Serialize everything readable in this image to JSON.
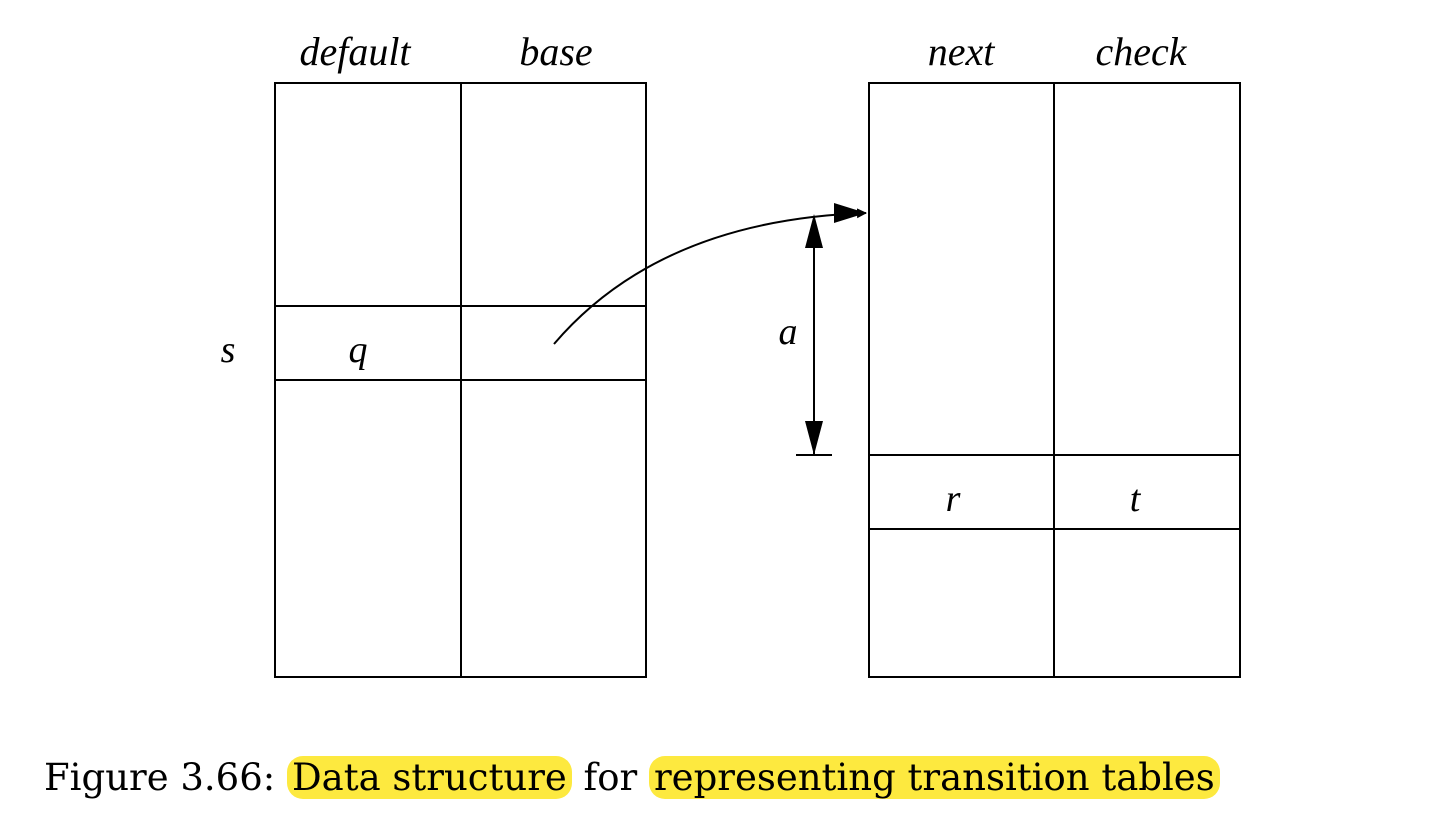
{
  "left_table": {
    "headers": [
      "default",
      "base"
    ],
    "row_label": "s",
    "cells": [
      "q",
      ""
    ]
  },
  "right_table": {
    "headers": [
      "next",
      "check"
    ],
    "cells": [
      "r",
      "t"
    ]
  },
  "offset_label": "a",
  "caption": {
    "prefix": "Figure 3.66:",
    "highlight_1": "Data structure",
    "middle": "for",
    "highlight_2": "representing transition tables",
    "highlight_color": "#fde93f"
  }
}
